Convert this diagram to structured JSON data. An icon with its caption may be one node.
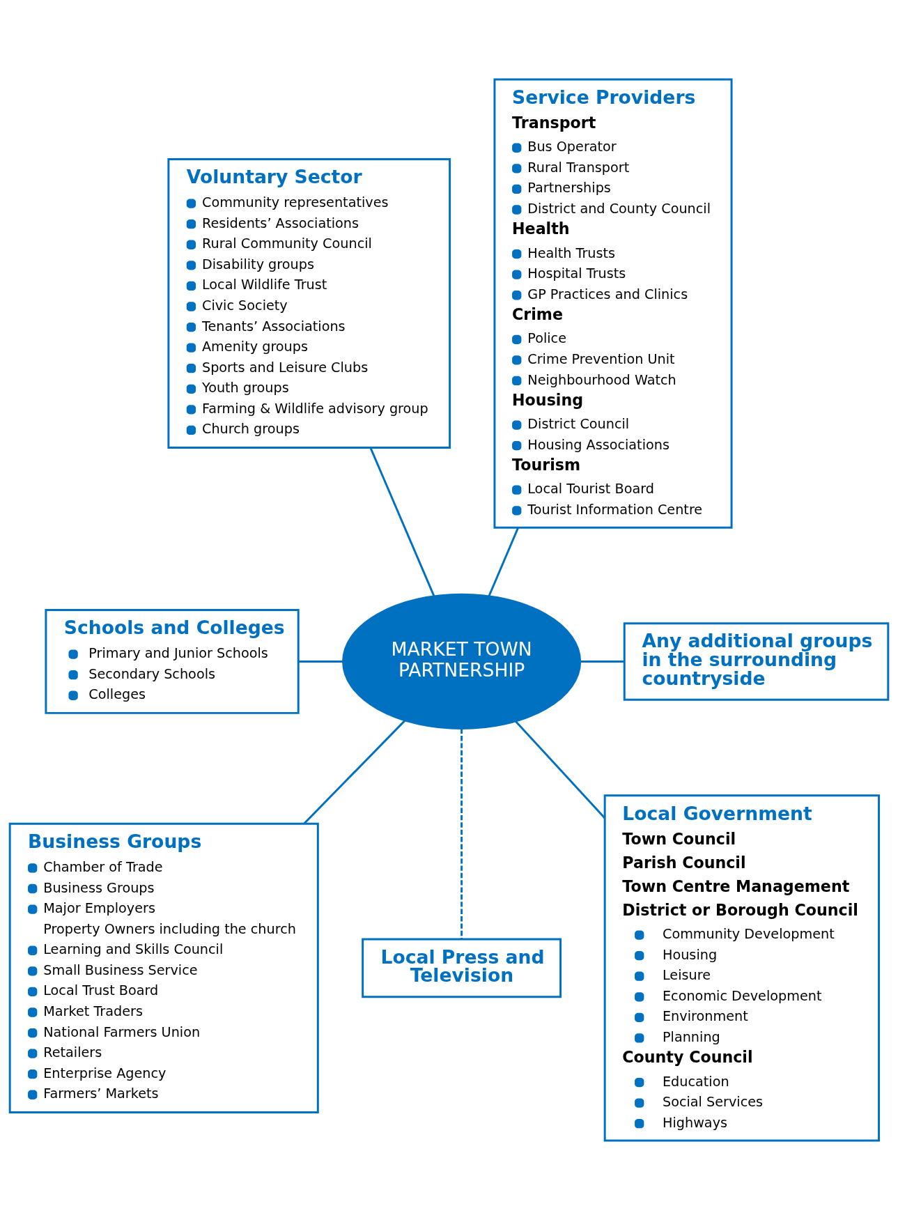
{
  "diagram": {
    "nodes": [
      {
        "text": [
          "Voluntary Sector",
          "Community representatives",
          "Residents’ Associations",
          "Rural Community Council",
          "Disability groups",
          "Local Wildlife Trust",
          "Civic Society",
          "Tenants’ Associations",
          "Amenity groups",
          "Sports and Leisure Clubs",
          "Youth groups",
          "Farming & Wildlife advisory group",
          "Church groups"
        ]
      },
      {
        "text": [
          "Service Providers",
          "Transport",
          "Bus Operator",
          "Rural Transport",
          "Partnerships",
          "District and County Council",
          "Health",
          "Health Trusts",
          "Hospital Trusts",
          "GP Practices and Clinics",
          "Crime",
          "Police",
          "Crime Prevention Unit",
          "Neighbourhood Watch",
          "Housing",
          "District Council",
          "Housing Associations",
          "Tourism",
          "Local Tourist Board",
          "Tourist Information Centre"
        ]
      },
      {
        "text": [
          "Schools and Colleges",
          "Primary and Junior Schools",
          "Secondary Schools",
          "Colleges"
        ]
      },
      {
        "text": [
          "MARKET TOWN PARTNERSHIP"
        ]
      },
      {
        "text": [
          "Any additional groups in the surrounding countryside"
        ]
      },
      {
        "text": [
          "Local Government",
          "Town Council",
          "Parish Council",
          "Town Centre Management",
          "District or Borough Council",
          "Community Development",
          "Housing",
          "Leisure",
          "Economic Development",
          "Environment",
          "Planning",
          "County Council",
          "Education",
          "Social Services",
          "Highways"
        ]
      },
      {
        "text": [
          "Business Groups",
          "Chamber of Trade",
          "Business Groups",
          "Major Employers",
          "Property Owners including the church",
          "Learning and Skills Council",
          "Small Business Service",
          "Local Trust Board",
          "Market Traders",
          "National Farmers Union",
          "Retailers",
          "Enterprise Agency",
          "Farmers’ Markets"
        ]
      },
      {
        "text": [
          "Local Press and Television"
        ]
      }
    ],
    "edges": [
      {
        "from": 3,
        "to": 0,
        "arrow": "none"
      },
      {
        "from": 3,
        "to": 1,
        "arrow": "none"
      },
      {
        "from": 3,
        "to": 2,
        "arrow": "none"
      },
      {
        "from": 3,
        "to": 4,
        "arrow": "none"
      },
      {
        "from": 3,
        "to": 5,
        "arrow": "none"
      },
      {
        "from": 3,
        "to": 6,
        "arrow": "none"
      },
      {
        "from": 3,
        "to": 7,
        "arrow": "none",
        "style": "dashed"
      }
    ]
  }
}
